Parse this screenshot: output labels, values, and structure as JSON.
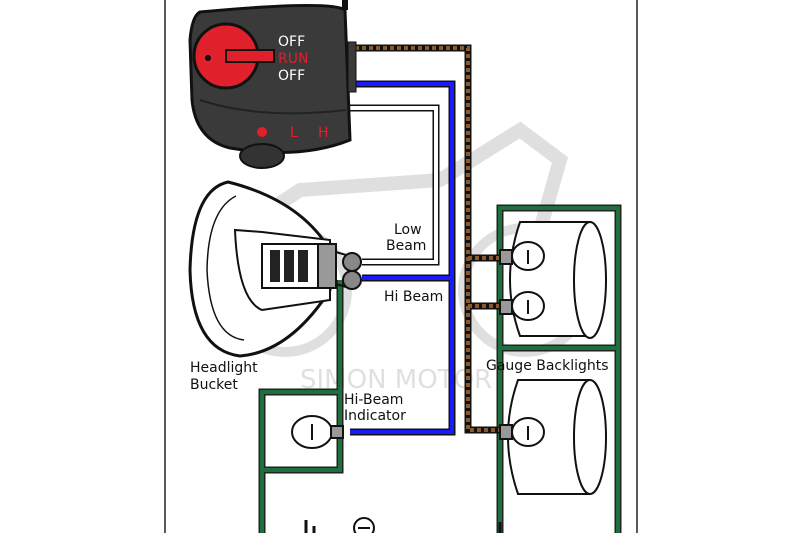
{
  "switch": {
    "pos_off_top": "OFF",
    "pos_run": "RUN",
    "pos_off_bottom": "OFF",
    "indicator_l": "L",
    "indicator_h": "H"
  },
  "labels": {
    "low_beam_1": "Low",
    "low_beam_2": "Beam",
    "hi_beam": "Hi Beam",
    "headlight_bucket_1": "Headlight",
    "headlight_bucket_2": "Bucket",
    "hi_beam_indicator_1": "Hi-Beam",
    "hi_beam_indicator_2": "Indicator",
    "gauge_backlights": "Gauge Backlights",
    "watermark": "SIMON MOTOR"
  },
  "colors": {
    "ground_wire": "#1e6e3e",
    "hi_beam_wire": "#1a1aff",
    "low_beam_wire": "#ffffff",
    "backlight_wire": "#8a5a2b",
    "switch_knob": "#e0202a",
    "switch_body": "#3a3a3a"
  }
}
